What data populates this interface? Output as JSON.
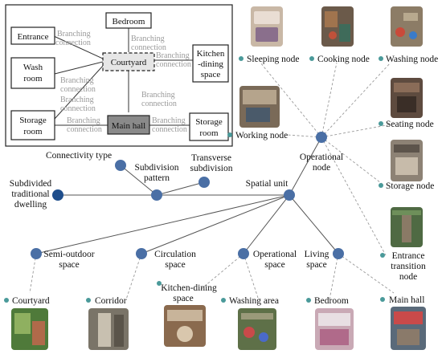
{
  "inset_diagram": {
    "rooms": {
      "bedroom": "Bedroom",
      "entrance": "Entrance",
      "wash_room_line1": "Wash",
      "wash_room_line2": "room",
      "courtyard": "Courtyard",
      "kitchen_line1": "Kitchen",
      "kitchen_line2": "-dining",
      "kitchen_line3": "space",
      "storage_left_line1": "Storage",
      "storage_left_line2": "room",
      "main_hall": "Main hall",
      "storage_right_line1": "Storage",
      "storage_right_line2": "room"
    },
    "connection_line1": "Branching",
    "connection_line2": "connection"
  },
  "tree": {
    "connectivity_type": "Connectivity type",
    "subdivision_line1": "Subdivision",
    "subdivision_line2": "pattern",
    "transverse_line1": "Transverse",
    "transverse_line2": "subdivision",
    "root_line1": "Subdivided",
    "root_line2": "traditional",
    "root_line3": "dwelling",
    "spatial_unit": "Spatial unit",
    "operational_node_line1": "Operational",
    "operational_node_line2": "node",
    "semi_outdoor_line1": "Semi-outdoor",
    "semi_outdoor_line2": "space",
    "circulation_line1": "Circulation",
    "circulation_line2": "space",
    "operational_space_line1": "Operational",
    "operational_space_line2": "space",
    "living_space_line1": "Living",
    "living_space_line2": "space"
  },
  "nodes": {
    "sleeping": "Sleeping node",
    "cooking": "Cooking node",
    "washing": "Washing node",
    "working": "Working node",
    "seating": "Seating node",
    "storage": "Storage node",
    "entrance_line1": "Entrance",
    "entrance_line2": "transition",
    "entrance_line3": "node"
  },
  "leaves": {
    "courtyard": "Courtyard",
    "corridor": "Corridor",
    "kitchen_line1": "Kitchen-dining",
    "kitchen_line2": "space",
    "washing_area": "Washing area",
    "bedroom": "Bedroom",
    "main_hall": "Main hall"
  },
  "colors": {
    "root_node": "#1f4e8c",
    "node": "#4a6fa5",
    "leaf_dot": "#4a9a9a",
    "line": "#555555",
    "dashed": "#999999",
    "courtyard_fill": "#e6e6e6",
    "main_hall_fill": "#8a8a8a"
  }
}
